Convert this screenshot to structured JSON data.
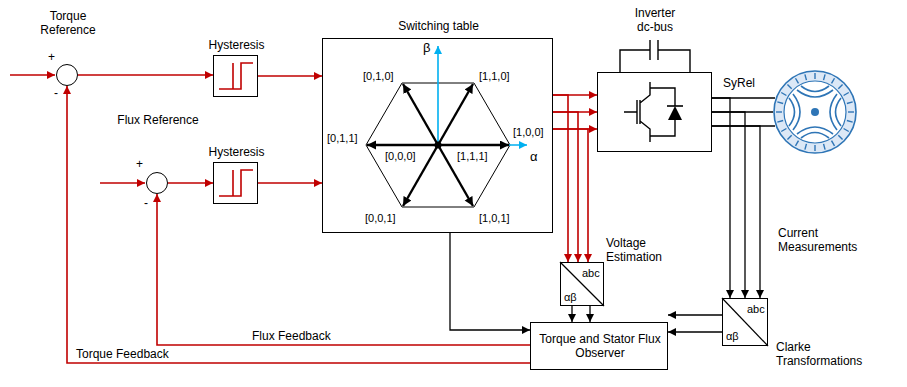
{
  "diagram": {
    "nodes": [
      {
        "text": [
          "Torque Reference"
        ]
      },
      {
        "text": [
          "Flux Reference"
        ]
      },
      {
        "text": [
          "Hysteresis"
        ]
      },
      {
        "text": [
          "Hysteresis"
        ]
      },
      {
        "text": [
          "Switching table",
          "β",
          "[0,1,0]",
          "[1,1,0]",
          "[0,1,1]",
          "[1,0,0]",
          "α",
          "[0,0,0]",
          "[1,1,1]",
          "[0,0,1]",
          "[1,0,1]"
        ]
      },
      {
        "text": [
          "Inverter dc-bus"
        ]
      },
      {
        "text": [
          "SyRel"
        ]
      },
      {
        "text": [
          "abc",
          "αβ"
        ]
      },
      {
        "text": [
          "abc",
          "αβ"
        ]
      },
      {
        "text": [
          "Torque and Stator Flux Observer"
        ]
      }
    ],
    "edges": [
      {
        "from": 0,
        "to": 2,
        "arrow": "to"
      },
      {
        "from": 1,
        "to": 3,
        "arrow": "to"
      },
      {
        "from": 2,
        "to": 4,
        "arrow": "to"
      },
      {
        "from": 3,
        "to": 4,
        "arrow": "to"
      },
      {
        "from": 4,
        "to": 5,
        "arrow": "to"
      },
      {
        "from": 4,
        "to": 5,
        "arrow": "to"
      },
      {
        "from": 4,
        "to": 5,
        "arrow": "to"
      },
      {
        "from": 4,
        "to": 7,
        "arrow": "to"
      },
      {
        "from": 4,
        "to": 7,
        "arrow": "to"
      },
      {
        "from": 4,
        "to": 7,
        "arrow": "to"
      },
      {
        "from": 4,
        "to": 9,
        "arrow": "to"
      },
      {
        "from": 7,
        "to": 9,
        "arrow": "to"
      },
      {
        "from": 7,
        "to": 9,
        "arrow": "to"
      },
      {
        "from": 5,
        "to": 6,
        "arrow": "none"
      },
      {
        "from": 5,
        "to": 6,
        "arrow": "none"
      },
      {
        "from": 5,
        "to": 6,
        "arrow": "none"
      },
      {
        "from": 5,
        "to": 8,
        "arrow": "to"
      },
      {
        "from": 5,
        "to": 8,
        "arrow": "to"
      },
      {
        "from": 5,
        "to": 8,
        "arrow": "to"
      },
      {
        "from": 8,
        "to": 9,
        "arrow": "to"
      },
      {
        "from": 8,
        "to": 9,
        "arrow": "to"
      },
      {
        "from": 9,
        "to": 1,
        "label": "Flux Feedback",
        "arrow": "to"
      },
      {
        "from": 9,
        "to": 0,
        "label": "Torque Feedback",
        "arrow": "to"
      }
    ],
    "labels": [
      "+",
      "-",
      "+",
      "-",
      "Voltage Estimation",
      "Current Measurements",
      "Clarke Transformations"
    ]
  }
}
